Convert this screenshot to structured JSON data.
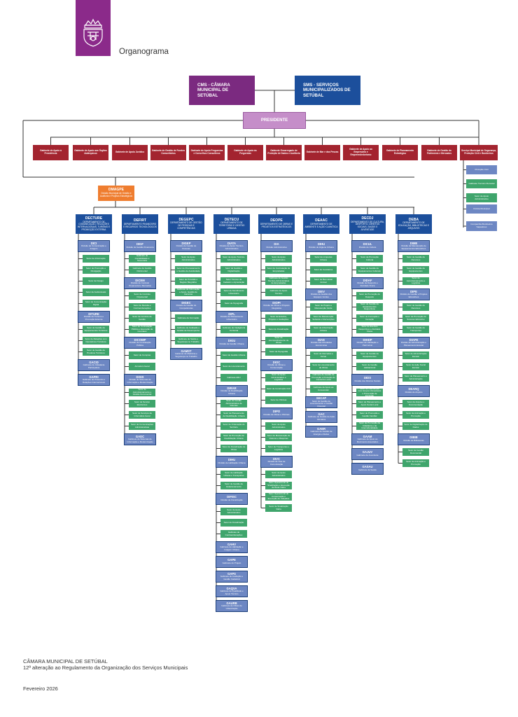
{
  "header": {
    "title": "Organograma"
  },
  "top": {
    "cms": "CMS - CÂMARA MUNICIPAL DE SETÚBAL",
    "sms": "SMS - SERVIÇOS MUNICIPALIZADOS DE SETÚBAL",
    "presidente": "PRESIDENTE"
  },
  "gabinetes": [
    "Gabinete de Apoio à Presidência",
    "Gabinete de Apoio aos Órgãos Autárquicos",
    "Gabinete de Apoio Jurídico",
    "Gabinete de Gestão de Fundos Comunitários",
    "Gabinete de Apoio Freguesias e Conselhos Consultivos",
    "Gabinete de Apoio às Freguesias",
    "Gabinete Encarregado de Proteção de Dados e Auditoria",
    "Gabinete de Mar e das Pescas",
    "Gabinete de Apoio ao Empresário e Empreendedorismo",
    "Gabinete de Planeamento Estratégico",
    "Gabinete de Gestão do Património e Mercados",
    "Serviço Municipal de Segurança, Proteção Civil e Bombeiros"
  ],
  "proteccao": [
    "Proteção Civil",
    "Gabinete Técnico Florestal",
    "Setor de Apoio Administrativo",
    "Polícia Municipal",
    "Companhia Bombeiros Sapadores"
  ],
  "dmagpe": {
    "code": "DMAGPE",
    "label": "Divisão Municipal de Gestão e Auditoria e Projetos Estratégicos"
  },
  "columns": [
    {
      "code": "DECTURE",
      "label": "DEPARTAMENTO DE COMUNICAÇÃO, RELAÇÕES INTERNACIONAIS, TURISMO E PROMOÇÃO EXTERNA",
      "items": [
        {
          "t": "d",
          "code": "DICI",
          "label": "Divisão de Comunicação e Imagem"
        },
        {
          "t": "s",
          "label": "Setor de Informação"
        },
        {
          "t": "s",
          "label": "Setor de Promoção e Divulgação"
        },
        {
          "t": "s",
          "label": "Setor de Design"
        },
        {
          "t": "s",
          "label": "Setor de Audiovisuais"
        },
        {
          "t": "s",
          "label": "Setor de Comunicação Digital"
        },
        {
          "t": "d",
          "code": "DITURE",
          "label": "Divisão de Turismo e Promoção Externa"
        },
        {
          "t": "s",
          "label": "Setor de Gestão de Equipamentos Turísticos"
        },
        {
          "t": "s",
          "label": "Setor de Relações com Operadores Turísticos"
        },
        {
          "t": "s",
          "label": "Setor de Gestão de Produtos Turísticos"
        },
        {
          "t": "d",
          "code": "GACID",
          "label": "Gabinete de Cidadania Participativa"
        },
        {
          "t": "d",
          "code": "GAPRI",
          "label": "Gabinete de Protocolo e Relações Internacionais"
        }
      ]
    },
    {
      "code": "DEFIRT",
      "label": "DEPARTAMENTO FINANCEIRO E RECURSOS TECNOLÓGICOS",
      "items": [
        {
          "t": "d",
          "code": "DIGF",
          "label": "Divisão de Gestão Financeira"
        },
        {
          "t": "s",
          "label": "Gabinete de Contabilidade e Tesouraria"
        },
        {
          "t": "s",
          "label": "Gabinete de Gestão Patrimonial"
        },
        {
          "t": "d",
          "code": "DICEM",
          "label": "Divisão de Controlo Orçamental e Mercados"
        },
        {
          "t": "s",
          "label": "Setor de Controlo Orçamental"
        },
        {
          "t": "s",
          "label": "Setor de Receita e Contraordenações"
        },
        {
          "t": "s",
          "label": "Setor de Controlo de Gestão"
        },
        {
          "t": "s",
          "label": "Setor de Contratação Pública e Execução de Contratos"
        },
        {
          "t": "d",
          "code": "DICOMP",
          "label": "Divisão de Contratação Pública"
        },
        {
          "t": "s",
          "label": "Setor de Compras"
        },
        {
          "t": "s",
          "label": "Armazém Geral"
        },
        {
          "t": "d",
          "code": "DISIS",
          "label": "Divisão de Sistemas de Informação e Modernização"
        },
        {
          "t": "s",
          "label": "Setor de Aprovisionamento e Gestão Documental"
        },
        {
          "t": "s",
          "label": "Setor de Serviço Eletrónicos"
        },
        {
          "t": "s",
          "label": "Setor de Serviços de Informática Geral"
        },
        {
          "t": "s",
          "label": "Setor de Comunicações Administrativas"
        },
        {
          "t": "d",
          "code": "GADC",
          "label": "Gabinete de Sistemas de Informação e Modernização"
        }
      ]
    },
    {
      "code": "DEGEPC",
      "label": "DEPARTAMENTO DE GESTÃO DE PESSOAS E COMPETÊNCIAS",
      "items": [
        {
          "t": "d",
          "code": "DIGEP",
          "label": "Divisão de Gestão de Pessoas"
        },
        {
          "t": "s",
          "label": "Setor de Apoio Administrativo"
        },
        {
          "t": "s",
          "label": "Setor de Processamento e Gestão de Assiduidade"
        },
        {
          "t": "s",
          "label": "Setor de Provisão e Registo Biográfico"
        },
        {
          "t": "s",
          "label": "Gabinete de Informação e Apoio, Gestão de Carreiras"
        },
        {
          "t": "d",
          "code": "DIGEC",
          "label": "Divisão de Gestão de Competências"
        },
        {
          "t": "s",
          "label": "Gabinete de Formação"
        },
        {
          "t": "s",
          "label": "Gabinete de Avaliação e Gestão de Desempenho"
        },
        {
          "t": "s",
          "label": "Gabinete de Saúde e Segurança no Trabalho"
        },
        {
          "t": "d",
          "code": "GAMST",
          "label": "Gabinete de Medicina e Segurança no Trabalho"
        }
      ]
    },
    {
      "code": "DETECU",
      "label": "DEPARTAMENTO DE TERRITÓRIO E GESTÃO URBANA",
      "items": [
        {
          "t": "d",
          "code": "DIATA",
          "label": "Divisão de Apoio Técnico-Administrativo"
        },
        {
          "t": "s",
          "label": "Setor de Apoio Técnico-Administrativo"
        },
        {
          "t": "s",
          "label": "Setor de Gestão e Digitalização"
        },
        {
          "t": "s",
          "label": "Setor Técnico de Cadastro e Apreciação"
        },
        {
          "t": "s",
          "label": "Setor de Atendimento Urbanístico"
        },
        {
          "t": "s",
          "label": "Setor de Topografia"
        },
        {
          "t": "d",
          "code": "DIPL",
          "label": "Divisão de Planeamento Urbanístico"
        },
        {
          "t": "s",
          "label": "Gabinete de Inteligência Territorial"
        },
        {
          "t": "d",
          "code": "DIGU",
          "label": "Divisão de Gestão Urbana"
        },
        {
          "t": "s",
          "label": "Setor de Gestão Urbana"
        },
        {
          "t": "s",
          "label": "Setor de Licenciamento"
        },
        {
          "t": "s",
          "label": "Gabinete ARU"
        },
        {
          "t": "d",
          "code": "DIRAR",
          "label": "Divisão de Reabilitação Urbana"
        },
        {
          "t": "s",
          "label": "Setor de Gestão Administrativa de Vistorias"
        },
        {
          "t": "s",
          "label": "Setor de Planeamento de Reabilitação Urbana"
        },
        {
          "t": "s",
          "label": "Setor de Ordenação do Território"
        },
        {
          "t": "s",
          "label": "Setor de Promoção de Reabilitação Urbana"
        },
        {
          "t": "s",
          "label": "Setor de Fiscalização de Obras"
        },
        {
          "t": "d",
          "code": "DIHU",
          "label": "Divisão de Habitação Urbana"
        },
        {
          "t": "s",
          "label": "Setor de Habitação Urbana e Transportes"
        },
        {
          "t": "s",
          "label": "Setor de Gestão de Estacionamento"
        },
        {
          "t": "d",
          "code": "DIFISC",
          "label": "Divisão de Fiscalização"
        },
        {
          "t": "s",
          "label": "Setor de Apoio Administrativo"
        },
        {
          "t": "s",
          "label": "Setor de Fiscalização"
        },
        {
          "t": "s",
          "label": "Gabinete de Contraordenações"
        },
        {
          "t": "d",
          "code": "GAHV",
          "label": "Gabinete de Habitação e Imagem Urbana"
        },
        {
          "t": "d",
          "code": "GAPE",
          "label": "Gabinete do Projeto"
        },
        {
          "t": "d",
          "code": "GAPS",
          "label": "Gabinete de Avaliação e Gestão Cadastral"
        },
        {
          "t": "d",
          "code": "GAQVA",
          "label": "Gabinete de Qualidade e Apoio Técnico"
        },
        {
          "t": "d",
          "code": "GAURB",
          "label": "Gabinete de Obras de Urbanização"
        }
      ]
    },
    {
      "code": "DEOPE",
      "label": "DEPARTAMENTO DE OBRAS E PROJETOS ESTRATÉGICOS",
      "items": [
        {
          "t": "d",
          "code": "DIA",
          "label": "Divisão Administrativa"
        },
        {
          "t": "s",
          "label": "Setor de Apoio Administrativo"
        },
        {
          "t": "s",
          "label": "Setor de Contratação de Empreitadas"
        },
        {
          "t": "s",
          "label": "Gabinete de Gestão Técnico-Administrativa de Empreitadas"
        },
        {
          "t": "s",
          "label": "Gabinete de Apoio Técnico"
        },
        {
          "t": "d",
          "code": "DIOPI",
          "label": "Divisão de Obras e Projetos Integrados"
        },
        {
          "t": "s",
          "label": "Setor de Estudos, Projetos e Avaliações"
        },
        {
          "t": "s",
          "label": "Setor de Fiscalização"
        },
        {
          "t": "s",
          "label": "Setor de Acompanhamento de Obras"
        },
        {
          "t": "s",
          "label": "Setor de Topografia"
        },
        {
          "t": "d",
          "code": "DIOC",
          "label": "Divisão de Obras e Conservação"
        },
        {
          "t": "s",
          "label": "Setor de Apoio Administrativo e Logística"
        },
        {
          "t": "s",
          "label": "Setor de Construção Civil"
        },
        {
          "t": "s",
          "label": "Setor de Oficinas"
        },
        {
          "t": "d",
          "code": "DIPO",
          "label": "Divisão de Obras e Oficinas"
        },
        {
          "t": "s",
          "label": "Setor de Apoio Administrativo"
        },
        {
          "t": "s",
          "label": "Setor de Manutenção de Viaturas e Máquinas"
        },
        {
          "t": "s",
          "label": "Setor de Transportes e Logística"
        },
        {
          "t": "d",
          "code": "DIVC",
          "label": "Divisão de Vias de Comunicação"
        },
        {
          "t": "s",
          "label": "Setor de Apoio Administrativo"
        },
        {
          "t": "s",
          "label": "Setor Operacional de Sinalização e Execução de Rede Viária"
        },
        {
          "t": "s",
          "label": "Setor Operacional de Conservação e Execução de Calçadas"
        },
        {
          "t": "s",
          "label": "Setor de Sinalização Viária"
        }
      ]
    },
    {
      "code": "DEAAC",
      "label": "DEPARTAMENTO DE AMBIENTE E AÇÃO CLIMÁTICA",
      "items": [
        {
          "t": "d",
          "code": "DIHU",
          "label": "Divisão de Higiene Urbana"
        },
        {
          "t": "s",
          "label": "Setor de Limpezas Urbana"
        },
        {
          "t": "s",
          "label": "Setor de Cemitérios"
        },
        {
          "t": "s",
          "label": "Setor de Bem-Estar Animal"
        },
        {
          "t": "d",
          "code": "DIEV",
          "label": "Divisão de Gestão dos Espaços Verdes"
        },
        {
          "t": "s",
          "label": "Setor de Projeto e Manutenção Verde"
        },
        {
          "t": "s",
          "label": "Setor de Manutenção Sebasta e Intervenções"
        },
        {
          "t": "s",
          "label": "Setor de Arborização Urbana"
        },
        {
          "t": "d",
          "code": "DIAE",
          "label": "Divisão das Atividades Económicas"
        },
        {
          "t": "s",
          "label": "Setor de Mercados e Feiras"
        },
        {
          "t": "s",
          "label": "Setor de Licenciamento de Obras"
        },
        {
          "t": "s",
          "label": "Gabinete de Gestão de Promoção e Proteção do Comércio Local"
        },
        {
          "t": "s",
          "label": "Gabinete de Apoio ao Consumidor"
        },
        {
          "t": "d",
          "code": "SECAP",
          "label": "Setor de Gestão de Licenciamento e Gestão Florestal"
        },
        {
          "t": "d",
          "code": "GAC",
          "label": "Gabinete de Gestão de Ação Climática"
        },
        {
          "t": "d",
          "code": "GAER",
          "label": "Gabinete de Gestão de Energia e Redes"
        }
      ]
    },
    {
      "code": "DECDJ",
      "label": "DEPARTAMENTO DE CULTURA, DESPORTO, DIREITOS SOCIAIS, SAÚDE E JUVENTUDE",
      "items": [
        {
          "t": "d",
          "code": "DICUL",
          "label": "Divisão de Cultura"
        },
        {
          "t": "s",
          "label": "Setor de Promoção Cultural"
        },
        {
          "t": "s",
          "label": "Setor de Gestão de Equipamentos Culturais"
        },
        {
          "t": "d",
          "code": "DIDAF",
          "label": "Divisão de Desporto e Atividade Física"
        },
        {
          "t": "s",
          "label": "Setor de Promoção do Desporto"
        },
        {
          "t": "s",
          "label": "Setor de Gestão de Equipamentos Desportivos"
        },
        {
          "t": "s",
          "label": "Setor de Formação e Inovação"
        },
        {
          "t": "s",
          "label": "Setor de Eventos Desportivos e Atividade Física"
        },
        {
          "t": "d",
          "code": "DIHDP",
          "label": "Divisão de Habitação e Património"
        },
        {
          "t": "s",
          "label": "Setor de Gestão de Equipamentos"
        },
        {
          "t": "s",
          "label": "Setor de Gestão Habitacional"
        },
        {
          "t": "d",
          "code": "DIDS",
          "label": "Divisão dos Direitos Sociais"
        },
        {
          "t": "s",
          "label": "Setor de Intervenção com Grupos Vulneráveis e Prevenção de Exclusão"
        },
        {
          "t": "s",
          "label": "Setor de Planeamento e Apoio Social Local"
        },
        {
          "t": "s",
          "label": "Setor de Promoção e Gestão Familiar"
        },
        {
          "t": "s",
          "label": "Setor de Promoção da Cidadania e da Interculturalidade"
        },
        {
          "t": "d",
          "code": "GAAM",
          "label": "Gabinete de Apoio ao Movimento Associativo"
        },
        {
          "t": "d",
          "code": "GAJUV",
          "label": "Gabinete da Juventude"
        },
        {
          "t": "d",
          "code": "GASAU",
          "label": "Gabinete da Saúde"
        }
      ]
    },
    {
      "code": "DEBA",
      "label": "DEPARTAMENTO DE EDUCAÇÃO, BIBLIOTECAS E ARQUIVOS",
      "items": [
        {
          "t": "d",
          "code": "DIME",
          "label": "Divisão da Manutenção de Equipamentos Educativos"
        },
        {
          "t": "s",
          "label": "Setor de Gestão de Recursos"
        },
        {
          "t": "s",
          "label": "Setor de Gestão de Equipamentos"
        },
        {
          "t": "s",
          "label": "Setor de Aprovisionamento e Logística"
        },
        {
          "t": "d",
          "code": "DIPE",
          "label": "Divisão de Gestão e Projetos Educativos"
        },
        {
          "t": "s",
          "label": "Setor de Gestão de Recursos"
        },
        {
          "t": "s",
          "label": "Setor de Promoção do Sucesso Educativo"
        },
        {
          "t": "s",
          "label": "Setor de Gestão de Transportes"
        },
        {
          "t": "d",
          "code": "DIAPE",
          "label": "Divisão de Administração e Planeamento Escolar"
        },
        {
          "t": "s",
          "label": "Setor de Administração Escolar"
        },
        {
          "t": "s",
          "label": "Setor de Ação Social Escolar"
        },
        {
          "t": "s",
          "label": "Setor de Planeamento e Administração"
        },
        {
          "t": "d",
          "code": "DEARQ",
          "label": "Divisão de Arquivo"
        },
        {
          "t": "s",
          "label": "Setor de Arquivo e Documentação"
        },
        {
          "t": "s",
          "label": "Setor de Animação e Promoção"
        },
        {
          "t": "s",
          "label": "Setor de Digitalização de Dados"
        },
        {
          "t": "d",
          "code": "DIBIB",
          "label": "Divisão de Bibliotecas"
        },
        {
          "t": "s",
          "label": "Setor de Gestão Documental"
        },
        {
          "t": "s",
          "label": "Setor de Animação e Promoção"
        }
      ]
    }
  ],
  "footer": {
    "line1": "CÂMARA MUNICIPAL DE SETÚBAL",
    "line2": "12ª alteração ao Regulamento da Organização dos Serviços Municipais",
    "date": "Fevereiro 2026"
  },
  "colors": {
    "purple": "#7b2a80",
    "blue": "#1c4f9c",
    "lilac": "#c58ec9",
    "maroon": "#a3242f",
    "orange": "#ef7d2f",
    "division": "#6d87c3",
    "green": "#3fa56c",
    "line": "#333333"
  }
}
